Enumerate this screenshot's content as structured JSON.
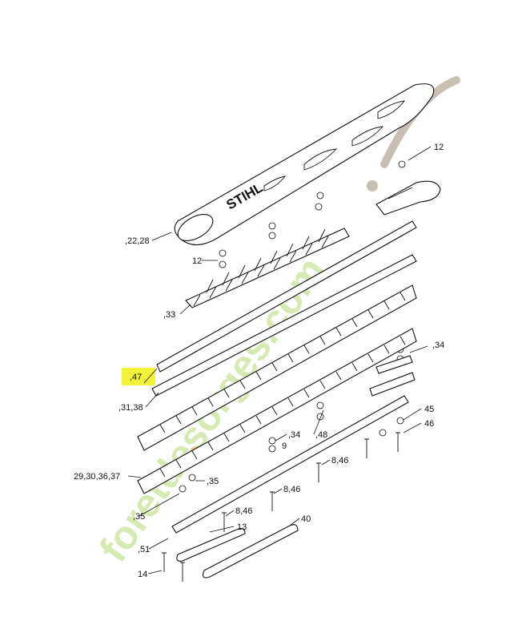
{
  "brand_label": "STIHL",
  "watermark": "foretdesorges.com",
  "colors": {
    "highlight": "#f2f23a",
    "watermark_green": "#c9e39a",
    "watermark_orange": "#f2b460",
    "watermark_gray": "#b7a99a",
    "line": "#111111"
  },
  "callouts": {
    "c12_top": "12",
    "c22_28": ",22,28",
    "c12_mid": "12",
    "c33": ",33",
    "c47": ",47",
    "c31_38": ",31,38",
    "c34_right": ",34",
    "c45": "45",
    "c46": "46",
    "c34_mid": ",34",
    "c48": ",48",
    "c9": "9",
    "c29_37": "29,30,36,37",
    "c35_a": ",35",
    "c8_46_a": "8,46",
    "c8_46_b": "8,46",
    "c35_b": ",35",
    "c8_46_c": "8,46",
    "c13": "13",
    "c40": "40",
    "c51": ",51",
    "c14": "14"
  }
}
